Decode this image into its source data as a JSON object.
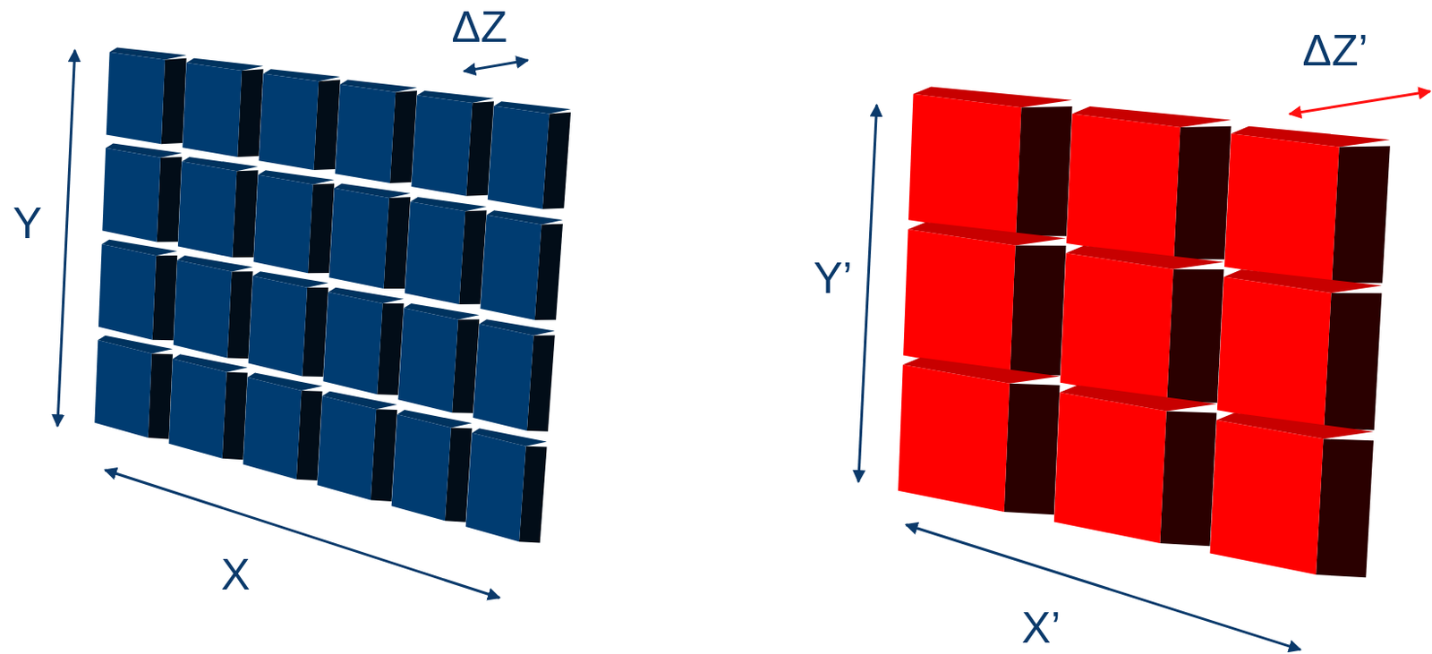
{
  "diagram": {
    "labels": [
      "ΔZ",
      "Y",
      "X",
      "ΔZ’",
      "Y’",
      "X’"
    ]
  }
}
